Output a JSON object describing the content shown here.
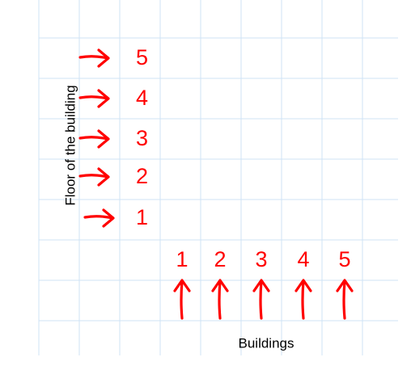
{
  "diagram": {
    "vertical_axis_label": "Floor of the building",
    "horizontal_axis_label": "Buildings",
    "floors": [
      "5",
      "4",
      "3",
      "2",
      "1"
    ],
    "buildings": [
      "1",
      "2",
      "3",
      "4",
      "5"
    ]
  },
  "colors": {
    "grid": "#cfe3f5",
    "marker": "#ff0000",
    "text": "#000000",
    "background": "#ffffff"
  },
  "icons": {
    "floor_pointer": "right-arrow-icon",
    "building_pointer": "up-arrow-icon"
  }
}
